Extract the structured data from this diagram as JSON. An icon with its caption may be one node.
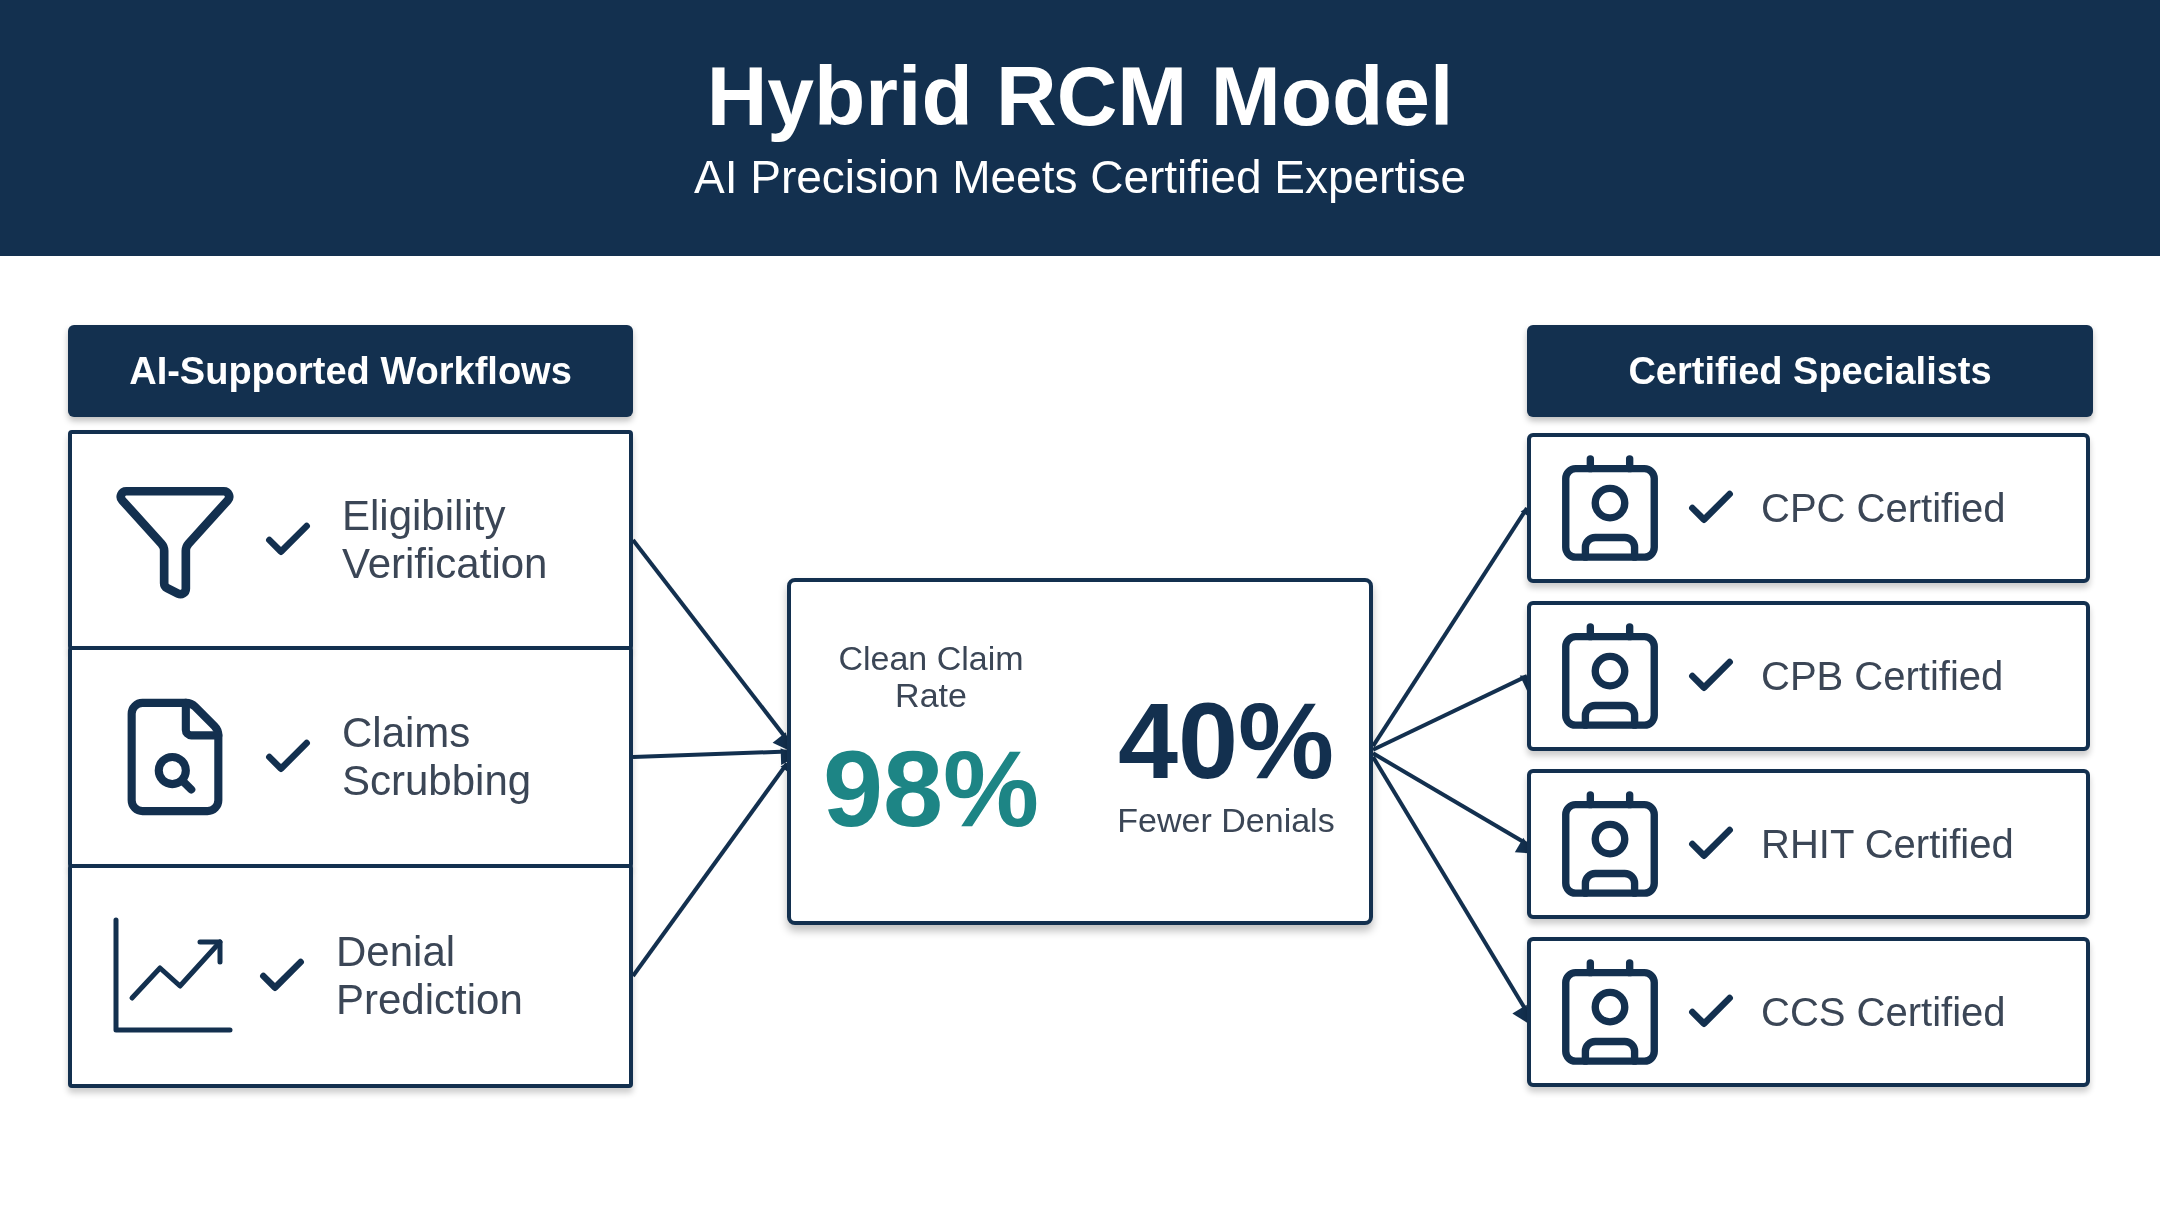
{
  "diagram": {
    "title": "Hybrid RCM Model",
    "caption": "AI Precision Meets Certified Expertise",
    "nodes": [
      {
        "text": [
          "AI-Supported Workflows"
        ]
      },
      {
        "text": [
          "Eligibility Verification"
        ]
      },
      {
        "text": [
          "Claims Scrubbing"
        ]
      },
      {
        "text": [
          "Denial Prediction"
        ]
      },
      {
        "text": [
          "Clean Claim Rate",
          "98%",
          "40%",
          "Fewer Denials"
        ]
      },
      {
        "text": [
          "Certified Specialists"
        ]
      },
      {
        "text": [
          "CPC Certified"
        ]
      },
      {
        "text": [
          "CPB Certified"
        ]
      },
      {
        "text": [
          "RHIT Certified"
        ]
      },
      {
        "text": [
          "CCS Certified"
        ]
      }
    ],
    "edges": [
      {
        "from": 1,
        "to": 4,
        "arrow": "to"
      },
      {
        "from": 2,
        "to": 4,
        "arrow": "to"
      },
      {
        "from": 3,
        "to": 4,
        "arrow": "to"
      },
      {
        "from": 4,
        "to": 6,
        "arrow": "to"
      },
      {
        "from": 4,
        "to": 7,
        "arrow": "to"
      },
      {
        "from": 4,
        "to": 8,
        "arrow": "to"
      },
      {
        "from": 4,
        "to": 9,
        "arrow": "to"
      }
    ]
  }
}
